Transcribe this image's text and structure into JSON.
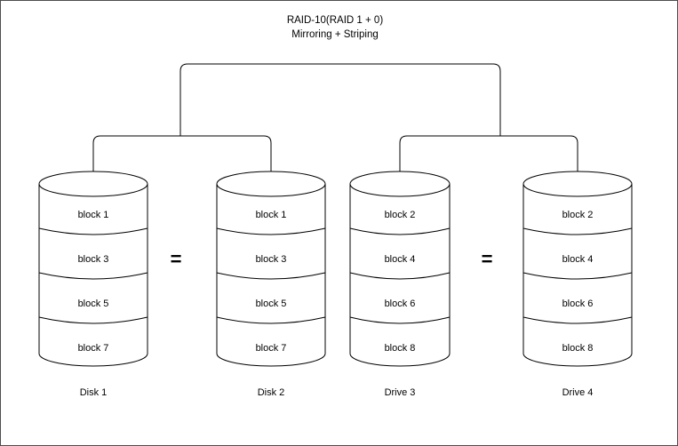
{
  "diagram": {
    "title": {
      "line1": "RAID-10(RAID 1 + 0)",
      "line2": "Mirroring + Striping"
    },
    "colors": {
      "stroke": "#000000",
      "fill": "#ffffff",
      "border": "#4d4d4d"
    },
    "equals": {
      "left": "=",
      "right": "="
    },
    "disks": [
      {
        "label": "Disk 1",
        "blocks": [
          "block 1",
          "block 3",
          "block 5",
          "block 7"
        ]
      },
      {
        "label": "Disk 2",
        "blocks": [
          "block 1",
          "block 3",
          "block 5",
          "block 7"
        ]
      },
      {
        "label": "Drive 3",
        "blocks": [
          "block 2",
          "block 4",
          "block 6",
          "block 8"
        ]
      },
      {
        "label": "Drive 4",
        "blocks": [
          "block 2",
          "block 4",
          "block 6",
          "block 8"
        ]
      }
    ]
  }
}
